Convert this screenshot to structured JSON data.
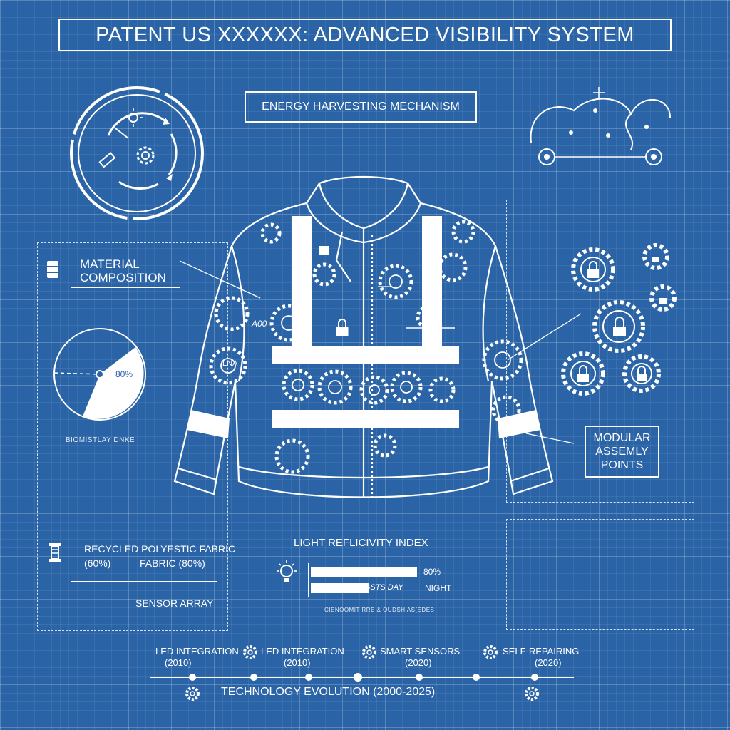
{
  "header": {
    "title": "PATENT US XXXXXX: ADVANCED VISIBILITY SYSTEM"
  },
  "energy": {
    "label": "ENERGY HARVESTING MECHANISM"
  },
  "material": {
    "title_line1": "MATERIAL",
    "title_line2": "COMPOSITION",
    "pie_label": "80%",
    "caption": "BIOMISTLAY DNKE"
  },
  "fabric": {
    "line1": "RECYCLED POLYESTIC FABRIC",
    "line2_a": "(60%)",
    "line2_b": "FABRIC (80%)",
    "sensor": "SENSOR ARRAY"
  },
  "modular": {
    "line1": "MODULAR",
    "line2": "ASSEMLY",
    "line3": "POINTS"
  },
  "jacket": {
    "badge": "A00",
    "sleeve_code": "LNA"
  },
  "reflectivity": {
    "title": "LIGHT REFLICIVITY INDEX",
    "bars": [
      {
        "label": "80%",
        "value": 0.8
      },
      {
        "label": "NIGHT",
        "inner": "SSTS DAY",
        "value": 0.44
      }
    ],
    "footnote": "CIENOOMIT RRE & OUDSH AS(EDES"
  },
  "timeline": {
    "title": "TECHNOLOGY EVOLUTION (2000-2025)",
    "items": [
      {
        "label": "LED INTEGRATION",
        "year": "(2010)"
      },
      {
        "label": "LED INTEGRATION",
        "year": "(2010)"
      },
      {
        "label": "SMART SENSORS",
        "year": "(2020)"
      },
      {
        "label": "SELF-REPAIRING",
        "year": "(2020)"
      }
    ]
  },
  "colors": {
    "background": "#2a64a6",
    "line": "#ffffff"
  }
}
